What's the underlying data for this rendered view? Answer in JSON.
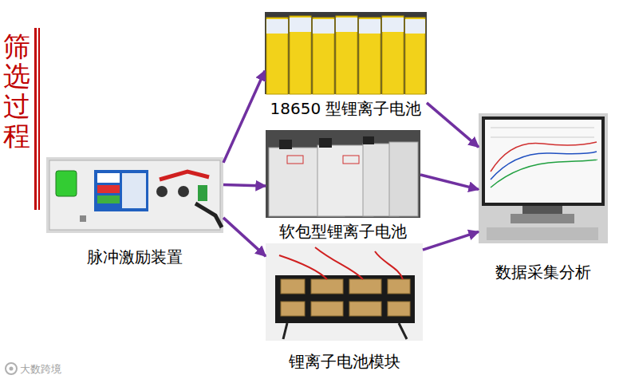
{
  "diagram": {
    "title": "筛选过程",
    "nodes": [
      {
        "text": [
          "脉冲激励装置"
        ]
      },
      {
        "text": [
          "18650 型锂离子电池"
        ]
      },
      {
        "text": [
          "软包型锂离子电池"
        ]
      },
      {
        "text": [
          "锂离子电池模块"
        ]
      },
      {
        "text": [
          "数据采集分析"
        ]
      }
    ],
    "edges": [
      {
        "from": 0,
        "to": 1,
        "arrow": "to"
      },
      {
        "from": 0,
        "to": 2,
        "arrow": "to"
      },
      {
        "from": 0,
        "to": 3,
        "arrow": "to"
      },
      {
        "from": 1,
        "to": 4,
        "arrow": "to"
      },
      {
        "from": 2,
        "to": 4,
        "arrow": "to"
      },
      {
        "from": 3,
        "to": 4,
        "arrow": "to"
      }
    ],
    "labels": [
      "大数跨境"
    ]
  }
}
